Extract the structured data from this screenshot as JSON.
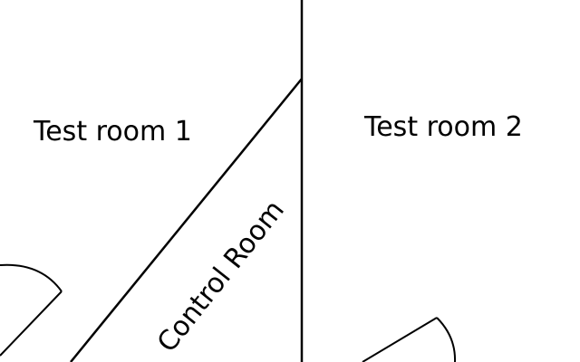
{
  "rooms": {
    "test_room_1": "Test room 1",
    "test_room_2": "Test room 2",
    "control_room": "Control Room"
  },
  "colors": {
    "background": "#ffffff",
    "line": "#000000"
  }
}
